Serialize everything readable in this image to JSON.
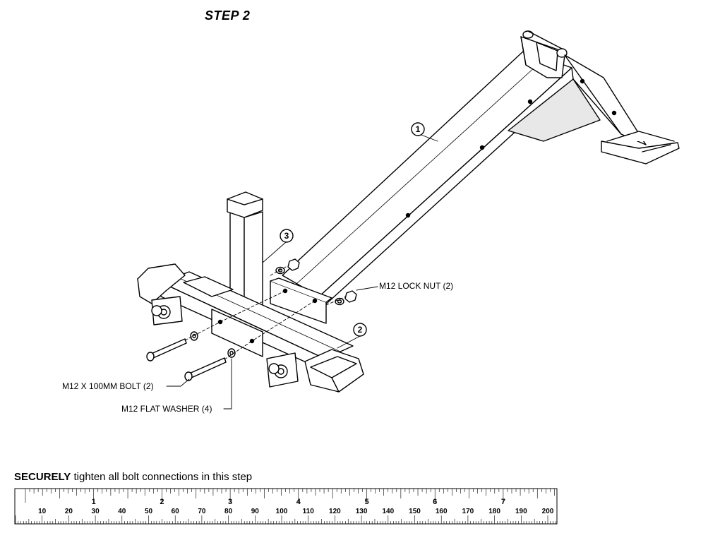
{
  "step_title": "STEP 2",
  "callouts": {
    "part1": "1",
    "part2": "2",
    "part3": "3"
  },
  "labels": {
    "lock_nut": "M12 LOCK NUT (2)",
    "bolt": "M12 X 100MM BOLT (2)",
    "washer": "M12 FLAT WASHER (4)"
  },
  "instruction": {
    "emphasis": "SECURELY",
    "rest": " tighten all bolt connections in this step"
  },
  "ruler": {
    "inch_labels": [
      "1",
      "2",
      "3",
      "4",
      "5",
      "6",
      "7"
    ],
    "mm_labels": [
      "10",
      "20",
      "30",
      "40",
      "50",
      "60",
      "70",
      "80",
      "90",
      "100",
      "110",
      "120",
      "130",
      "140",
      "150",
      "160",
      "170",
      "180",
      "190",
      "200"
    ]
  }
}
